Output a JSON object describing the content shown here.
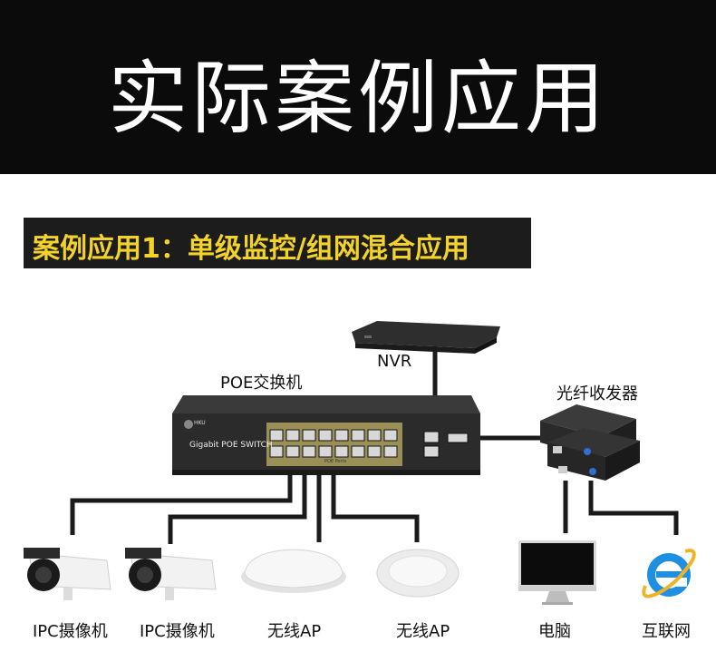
{
  "banner": {
    "title": "实际案例应用"
  },
  "subtitle": "案例应用1：单级监控/组网混合应用",
  "nodes": {
    "nvr": "NVR",
    "switch": "POE交换机",
    "switch_brand": "Gigabit POE SWITCH",
    "switch_logo": "HKU",
    "switch_ports_label": "POE Ports",
    "fiber": "光纤收发器",
    "ipc1": "IPC摄像机",
    "ipc2": "IPC摄像机",
    "ap1": "无线AP",
    "ap2": "无线AP",
    "pc": "电脑",
    "internet": "互联网"
  },
  "colors": {
    "banner_bg": "#0b0b0b",
    "subtitle_text": "#f3d229",
    "wire": "#1a1a1a",
    "port_highlight": "#f5e27a"
  }
}
